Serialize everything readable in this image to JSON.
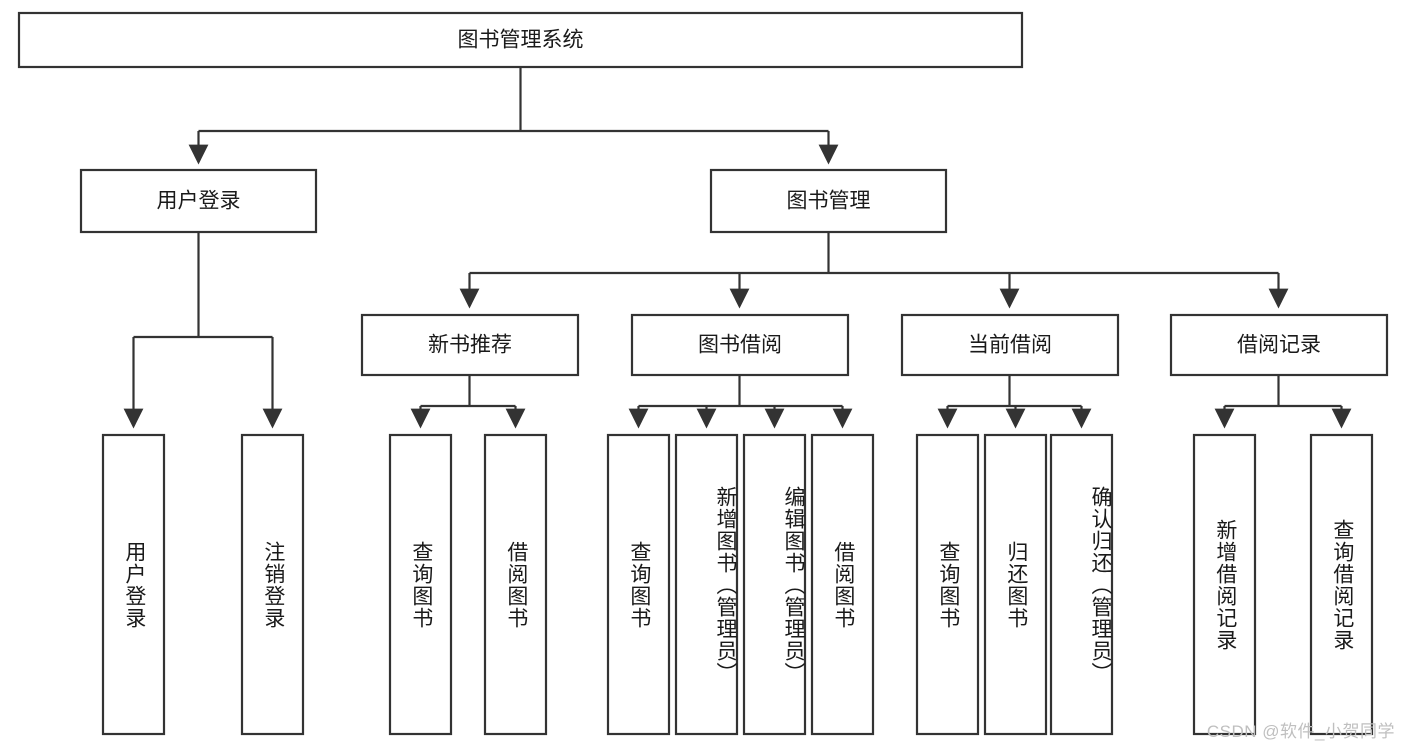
{
  "diagram": {
    "title": "图书管理系统",
    "type": "tree-hierarchy-diagram",
    "colors": {
      "stroke": "#333333",
      "fill": "#ffffff",
      "text": "#1a1a1a",
      "watermark": "#bfbfbf",
      "background": "#ffffff"
    },
    "root": {
      "label": "图书管理系统"
    },
    "level2": [
      {
        "label": "用户登录"
      },
      {
        "label": "图书管理"
      }
    ],
    "level3": [
      {
        "label": "新书推荐"
      },
      {
        "label": "图书借阅"
      },
      {
        "label": "当前借阅"
      },
      {
        "label": "借阅记录"
      }
    ],
    "leaves": {
      "user_login": [
        {
          "label": "用户登录"
        },
        {
          "label": "注销登录"
        }
      ],
      "new_book_recommend": [
        {
          "label": "查询图书"
        },
        {
          "label": "借阅图书"
        }
      ],
      "book_borrow": [
        {
          "label": "查询图书"
        },
        {
          "label": "新增图书（管理员）"
        },
        {
          "label": "编辑图书（管理员）"
        },
        {
          "label": "借阅图书"
        }
      ],
      "current_borrow": [
        {
          "label": "查询图书"
        },
        {
          "label": "归还图书"
        },
        {
          "label": "确认归还（管理员）"
        }
      ],
      "borrow_record": [
        {
          "label": "新增借阅记录"
        },
        {
          "label": "查询借阅记录"
        }
      ]
    },
    "watermark": "CSDN @软件_小贺同学"
  }
}
